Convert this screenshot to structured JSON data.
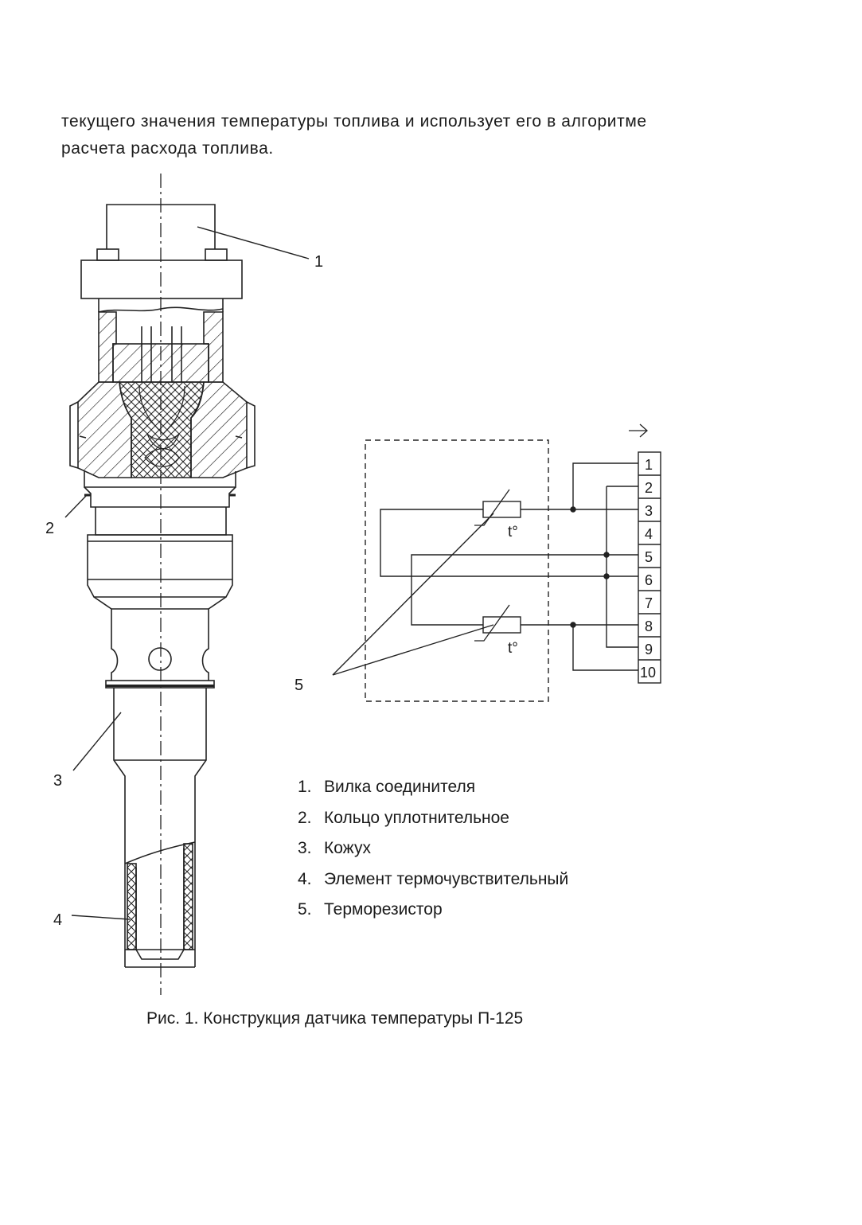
{
  "intro": {
    "line1": "текущего значения температуры топлива и использует его в алгоритме",
    "line2": "расчета расхода топлива."
  },
  "callouts": {
    "c1": "1",
    "c2": "2",
    "c3": "3",
    "c4": "4",
    "c5": "5"
  },
  "schematic": {
    "arrow": "→",
    "thermistor_label": "t°",
    "terminals": [
      "1",
      "2",
      "3",
      "4",
      "5",
      "6",
      "7",
      "8",
      "9",
      "10"
    ]
  },
  "legend": [
    {
      "num": "1.",
      "text": "Вилка соединителя"
    },
    {
      "num": "2.",
      "text": "Кольцо уплотнительное"
    },
    {
      "num": "3.",
      "text": "Кожух"
    },
    {
      "num": "4.",
      "text": "Элемент термочувствительный"
    },
    {
      "num": "5.",
      "text": "Терморезистор"
    }
  ],
  "caption": "Рис. 1. Конструкция датчика температуры П-125"
}
